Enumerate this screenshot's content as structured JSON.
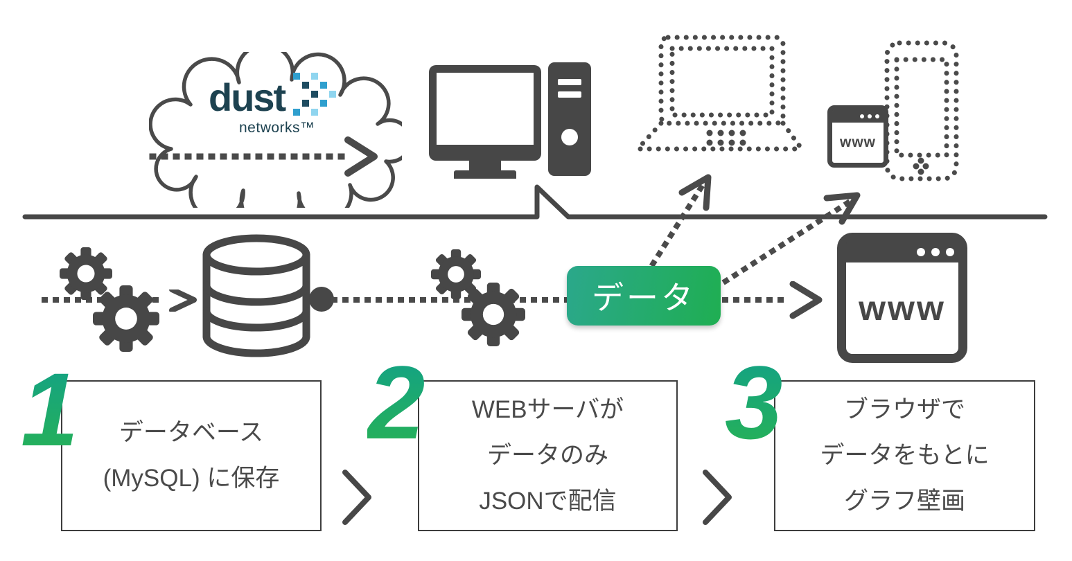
{
  "palette": {
    "dark_gray": "#474747",
    "logo_navy": "#1d4250",
    "logo_blue_mid": "#2f9fce",
    "logo_blue_light": "#8fd5ef",
    "accent_teal": "#2ba88b",
    "accent_green": "#1fae52"
  },
  "cloud": {
    "logo": "dust",
    "logo_sub": "networks™"
  },
  "badge": {
    "label": "データ"
  },
  "browser_large": {
    "label": "www"
  },
  "browser_small": {
    "label": "www"
  },
  "steps": [
    {
      "number": "1",
      "lines": [
        "データベース",
        "(MySQL) に保存"
      ]
    },
    {
      "number": "2",
      "lines": [
        "WEBサーバが",
        "データのみ",
        "JSONで配信"
      ]
    },
    {
      "number": "3",
      "lines": [
        "ブラウザで",
        "データをもとに",
        "グラフ壁画"
      ]
    }
  ],
  "icons": {
    "cloud": "cloud-outline-icon",
    "computer": "desktop-computer-icon",
    "laptop": "laptop-dotted-icon",
    "phone": "smartphone-dotted-icon",
    "browser": "www-browser-icon",
    "gears": "gear-icon",
    "database": "database-cylinder-icon",
    "chevron": "chevron-right-icon",
    "arrow": "dotted-arrow-icon"
  }
}
